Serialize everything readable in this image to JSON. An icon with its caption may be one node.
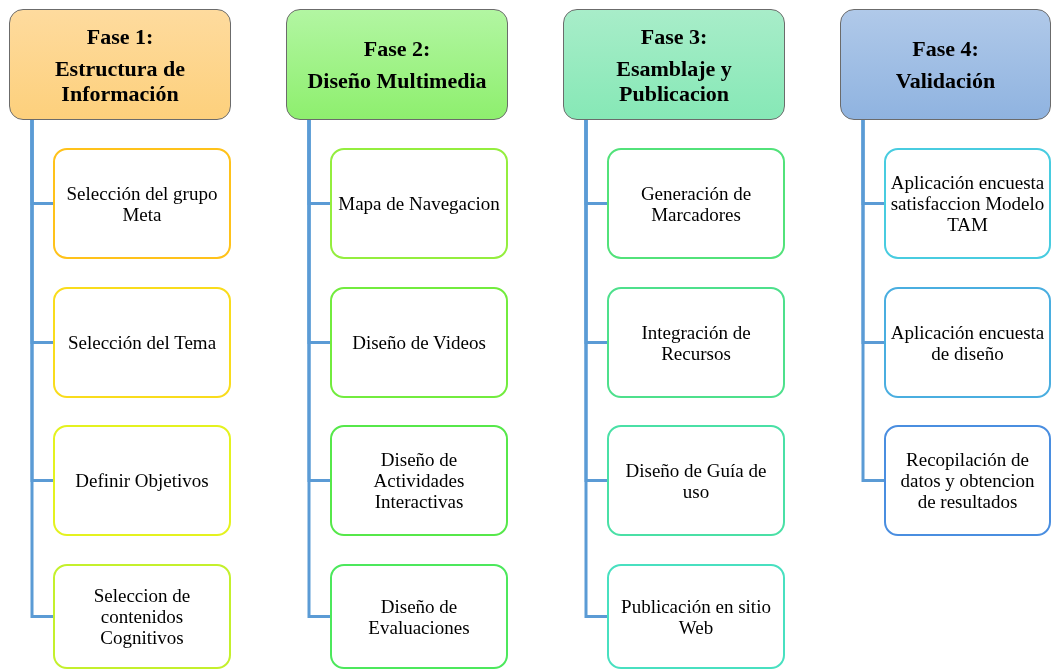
{
  "diagram": {
    "nodes": [
      {
        "text": [
          "Fase 1:",
          "Estructura de Información"
        ]
      },
      {
        "text": [
          "Selección del grupo Meta"
        ]
      },
      {
        "text": [
          "Selección del Tema"
        ]
      },
      {
        "text": [
          "Definir Objetivos"
        ]
      },
      {
        "text": [
          "Seleccion de contenidos Cognitivos"
        ]
      },
      {
        "text": [
          "Fase 2:",
          "Diseño Multimedia"
        ]
      },
      {
        "text": [
          "Mapa de Navegacion"
        ]
      },
      {
        "text": [
          "Diseño de Videos"
        ]
      },
      {
        "text": [
          "Diseño de Actividades Interactivas"
        ]
      },
      {
        "text": [
          "Diseño de Evaluaciones"
        ]
      },
      {
        "text": [
          "Fase 3:",
          "Esamblaje y Publicacion"
        ]
      },
      {
        "text": [
          "Generación de Marcadores"
        ]
      },
      {
        "text": [
          "Integración de Recursos"
        ]
      },
      {
        "text": [
          "Diseño de Guía de uso"
        ]
      },
      {
        "text": [
          "Publicación en sitio Web"
        ]
      },
      {
        "text": [
          "Fase 4:",
          "Validación"
        ]
      },
      {
        "text": [
          "Aplicación encuesta satisfaccion Modelo TAM"
        ]
      },
      {
        "text": [
          "Aplicación encuesta de diseño"
        ]
      },
      {
        "text": [
          "Recopilación de datos y obtencion de resultados"
        ]
      }
    ],
    "edges": [
      {
        "from": 0,
        "to": 1,
        "arrow": "none"
      },
      {
        "from": 0,
        "to": 2,
        "arrow": "none"
      },
      {
        "from": 0,
        "to": 3,
        "arrow": "none"
      },
      {
        "from": 0,
        "to": 4,
        "arrow": "none"
      },
      {
        "from": 5,
        "to": 6,
        "arrow": "none"
      },
      {
        "from": 5,
        "to": 7,
        "arrow": "none"
      },
      {
        "from": 5,
        "to": 8,
        "arrow": "none"
      },
      {
        "from": 5,
        "to": 9,
        "arrow": "none"
      },
      {
        "from": 10,
        "to": 11,
        "arrow": "none"
      },
      {
        "from": 10,
        "to": 12,
        "arrow": "none"
      },
      {
        "from": 10,
        "to": 13,
        "arrow": "none"
      },
      {
        "from": 10,
        "to": 14,
        "arrow": "none"
      },
      {
        "from": 15,
        "to": 16,
        "arrow": "none"
      },
      {
        "from": 15,
        "to": 17,
        "arrow": "none"
      },
      {
        "from": 15,
        "to": 18,
        "arrow": "none"
      }
    ]
  }
}
